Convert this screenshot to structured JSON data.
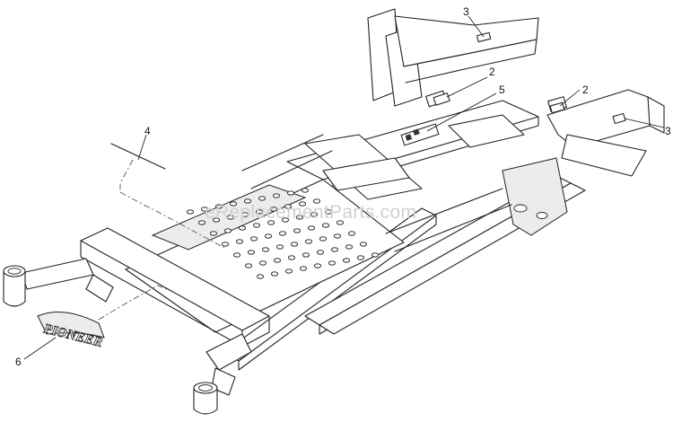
{
  "callouts": [
    {
      "id": "c3a",
      "label": "3"
    },
    {
      "id": "c2a",
      "label": "2"
    },
    {
      "id": "c5",
      "label": "5"
    },
    {
      "id": "c2b",
      "label": "2"
    },
    {
      "id": "c3b",
      "label": "3"
    },
    {
      "id": "c4",
      "label": "4"
    },
    {
      "id": "c6",
      "label": "6"
    }
  ],
  "watermark": "eReplacementParts.com",
  "logo_text": "PIONEER"
}
